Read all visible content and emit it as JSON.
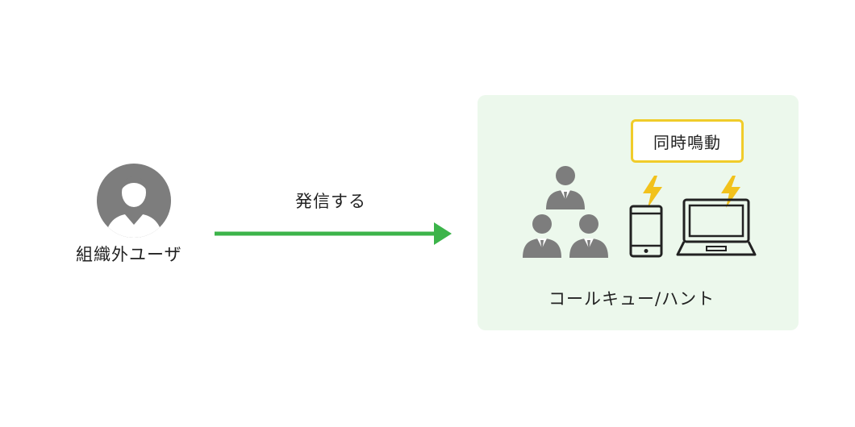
{
  "external_user": {
    "label": "組織外ユーザ",
    "icon": "user-avatar-icon"
  },
  "call_arrow": {
    "label": "発信する",
    "color": "#3cb44a"
  },
  "callqhunt": {
    "label": "コールキュー/ハント",
    "background": "#ecf8ec",
    "badge": {
      "label": "同時鳴動",
      "border_color": "#f0cc2a"
    },
    "icons": [
      "group-users-icon",
      "lightning-icon",
      "smartphone-icon",
      "lightning-icon",
      "laptop-icon"
    ]
  }
}
